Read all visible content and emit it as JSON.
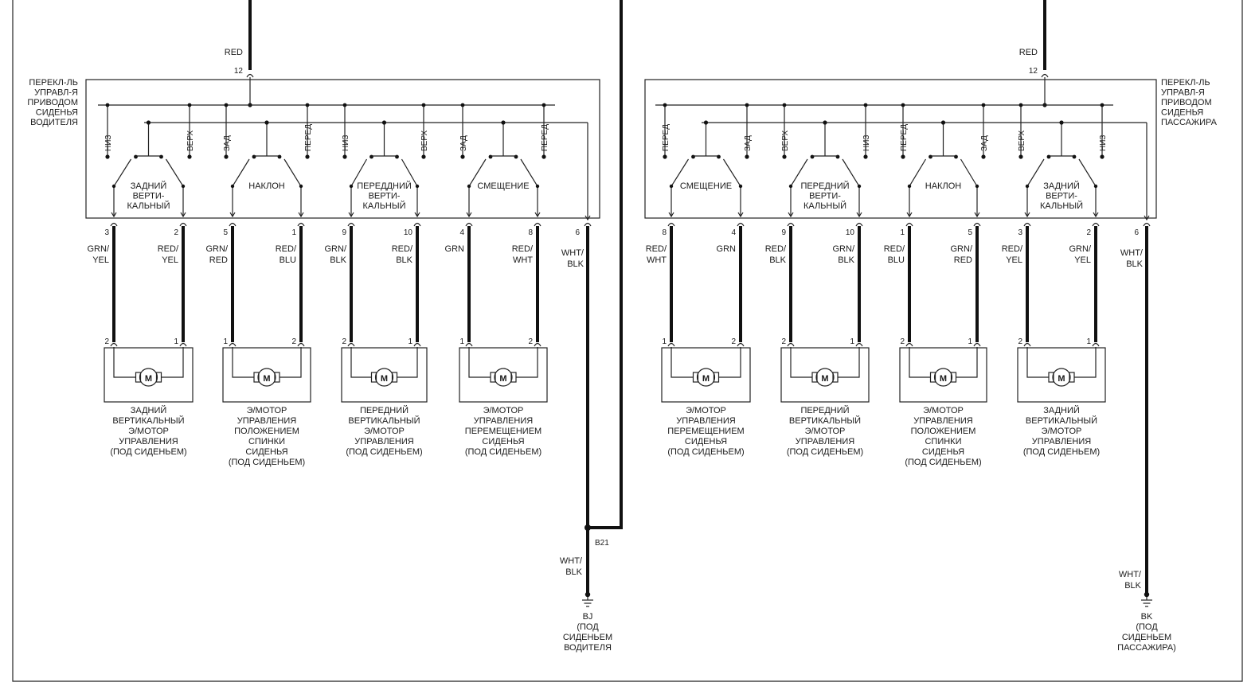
{
  "supply": {
    "left": {
      "wire": "RED",
      "pin": "12"
    },
    "right": {
      "wire": "RED",
      "pin": "12"
    }
  },
  "switches": {
    "left": [
      "ПЕРЕКЛ-ЛЬ",
      "УПРАВЛ-Я",
      "ПРИВОДОМ",
      "СИДЕНЬЯ",
      "ВОДИТЕЛЯ"
    ],
    "right": [
      "ПЕРЕКЛ-ЛЬ",
      "УПРАВЛ-Я",
      "ПРИВОДОМ",
      "СИДЕНЬЯ",
      "ПАССАЖИРА"
    ]
  },
  "left": {
    "groups": [
      {
        "name": [
          "ЗАДНИЙ",
          "ВЕРТИ-",
          "КАЛЬНЫЙ"
        ],
        "pos1": "НИЗ",
        "pos2": "ВЕРХ",
        "pinA": "3",
        "wireA": [
          "GRN/",
          "YEL"
        ],
        "pinB": "2",
        "wireB": [
          "RED/",
          "YEL"
        ],
        "motorPinA": "2",
        "motorPinB": "1",
        "motor": [
          "ЗАДНИЙ",
          "ВЕРТИКАЛЬНЫЙ",
          "Э/МОТОР",
          "УПРАВЛЕНИЯ",
          "(ПОД СИДЕНЬЕМ)"
        ]
      },
      {
        "name": [
          "НАКЛОН"
        ],
        "pos1": "ЗАД",
        "pos2": "ПЕРЕД",
        "pinA": "5",
        "wireA": [
          "GRN/",
          "RED"
        ],
        "pinB": "1",
        "wireB": [
          "RED/",
          "BLU"
        ],
        "motorPinA": "1",
        "motorPinB": "2",
        "motor": [
          "Э/МОТОР",
          "УПРАВЛЕНИЯ",
          "ПОЛОЖЕНИЕМ",
          "СПИНКИ",
          "СИДЕНЬЯ",
          "(ПОД СИДЕНЬЕМ)"
        ]
      },
      {
        "name": [
          "ПЕРЕДДНИЙ",
          "ВЕРТИ-",
          "КАЛЬНЫЙ"
        ],
        "pos1": "НИЗ",
        "pos2": "ВЕРХ",
        "pinA": "9",
        "wireA": [
          "GRN/",
          "BLK"
        ],
        "pinB": "10",
        "wireB": [
          "RED/",
          "BLK"
        ],
        "motorPinA": "2",
        "motorPinB": "1",
        "motor": [
          "ПЕРЕДНИЙ",
          "ВЕРТИКАЛЬНЫЙ",
          "Э/МОТОР",
          "УПРАВЛЕНИЯ",
          "(ПОД СИДЕНЬЕМ)"
        ]
      },
      {
        "name": [
          "СМЕЩЕНИЕ"
        ],
        "pos1": "ЗАД",
        "pos2": "ПЕРЕД",
        "pinA": "4",
        "wireA": [
          "GRN"
        ],
        "pinB": "8",
        "wireB": [
          "RED/",
          "WHT"
        ],
        "motorPinA": "1",
        "motorPinB": "2",
        "motor": [
          "Э/МОТОР",
          "УПРАВЛЕНИЯ",
          "ПЕРЕМЕЩЕНИЕМ",
          "СИДЕНЬЯ",
          "(ПОД СИДЕНЬЕМ)"
        ]
      }
    ],
    "groundPin": "6",
    "groundWire": [
      "WHT/",
      "BLK"
    ]
  },
  "right": {
    "groups": [
      {
        "name": [
          "СМЕЩЕНИЕ"
        ],
        "pos1": "ПЕРЕД",
        "pos2": "ЗАД",
        "pinA": "8",
        "wireA": [
          "RED/",
          "WHT"
        ],
        "pinB": "4",
        "wireB": [
          "GRN"
        ],
        "motorPinA": "1",
        "motorPinB": "2",
        "motor": [
          "Э/МОТОР",
          "УПРАВЛЕНИЯ",
          "ПЕРЕМЕЩЕНИЕМ",
          "СИДЕНЬЯ",
          "(ПОД СИДЕНЬЕМ)"
        ]
      },
      {
        "name": [
          "ПЕРЕДНИЙ",
          "ВЕРТИ-",
          "КАЛЬНЫЙ"
        ],
        "pos1": "ВЕРХ",
        "pos2": "НИЗ",
        "pinA": "9",
        "wireA": [
          "RED/",
          "BLK"
        ],
        "pinB": "10",
        "wireB": [
          "GRN/",
          "BLK"
        ],
        "motorPinA": "2",
        "motorPinB": "1",
        "motor": [
          "ПЕРЕДНИЙ",
          "ВЕРТИКАЛЬНЫЙ",
          "Э/МОТОР",
          "УПРАВЛЕНИЯ",
          "(ПОД СИДЕНЬЕМ)"
        ]
      },
      {
        "name": [
          "НАКЛОН"
        ],
        "pos1": "ПЕРЕД",
        "pos2": "ЗАД",
        "pinA": "1",
        "wireA": [
          "RED/",
          "BLU"
        ],
        "pinB": "5",
        "wireB": [
          "GRN/",
          "RED"
        ],
        "motorPinA": "2",
        "motorPinB": "1",
        "motor": [
          "Э/МОТОР",
          "УПРАВЛЕНИЯ",
          "ПОЛОЖЕНИЕМ",
          "СПИНКИ",
          "СИДЕНЬЯ",
          "(ПОД СИДЕНЬЕМ)"
        ]
      },
      {
        "name": [
          "ЗАДНИЙ",
          "ВЕРТИ-",
          "КАЛЬНЫЙ"
        ],
        "pos1": "ВЕРХ",
        "pos2": "НИЗ",
        "pinA": "3",
        "wireA": [
          "RED/",
          "YEL"
        ],
        "pinB": "2",
        "wireB": [
          "GRN/",
          "YEL"
        ],
        "motorPinA": "2",
        "motorPinB": "1",
        "motor": [
          "ЗАДНИЙ",
          "ВЕРТИКАЛЬНЫЙ",
          "Э/МОТОР",
          "УПРАВЛЕНИЯ",
          "(ПОД СИДЕНЬЕМ)"
        ]
      }
    ],
    "groundPin": "6",
    "groundWire": [
      "WHT/",
      "BLK"
    ]
  },
  "motorSymbol": "M",
  "junction": "B21",
  "groundLeft": {
    "wire": [
      "WHT/",
      "BLK"
    ],
    "label": [
      "BJ",
      "(ПОД",
      "СИДЕНЬЕМ",
      "ВОДИТЕЛЯ"
    ]
  },
  "groundRight": {
    "wire": [
      "WHT/",
      "BLK"
    ],
    "label": [
      "BK",
      "(ПОД",
      "СИДЕНЬЕМ",
      "ПАССАЖИРА)"
    ]
  }
}
